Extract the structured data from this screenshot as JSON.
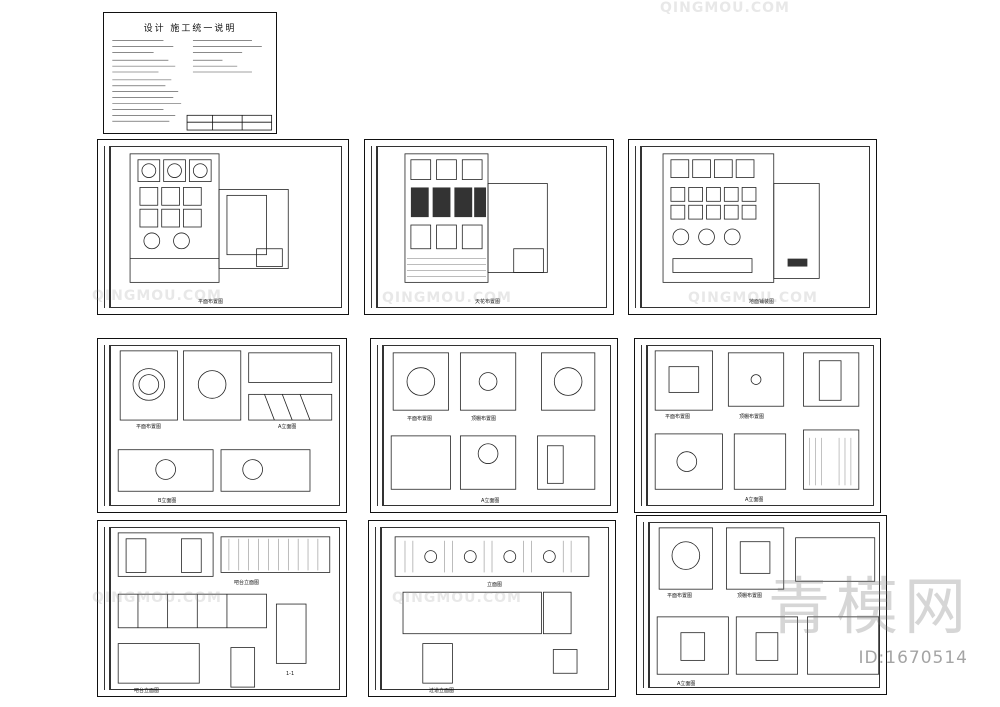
{
  "notes": {
    "title": "设计 施工统一说明"
  },
  "sheets": [
    {
      "caption": "平面布置图"
    },
    {
      "caption": "天花布置图"
    },
    {
      "caption": "地面铺装图"
    },
    {
      "caption_a": "平面布置图",
      "caption_b": "A立面图",
      "caption_c": "B立面图"
    },
    {
      "caption_a": "平面布置图",
      "caption_b": "顶棚布置图",
      "caption_c": "A立面图"
    },
    {
      "caption_a": "平面布置图",
      "caption_b": "顶棚布置图",
      "caption_c": "A立面图"
    },
    {
      "caption_a": "吧台立面图",
      "caption_b": "吧台立面图",
      "caption_c": "1-1"
    },
    {
      "caption_a": "立面图",
      "caption_b": "过道立面图"
    },
    {
      "caption_a": "平面布置图",
      "caption_b": "顶棚布置图",
      "caption_c": "A立面图"
    }
  ],
  "watermarks": [
    "QINGMOU.COM",
    "QINGMOU.COM",
    "QINGMOU.COM",
    "QINGMOU.COM",
    "QINGMOU.COM",
    "QINGMOU.COM"
  ],
  "brand_mark": "青模网",
  "asset_id": "ID:1670514"
}
